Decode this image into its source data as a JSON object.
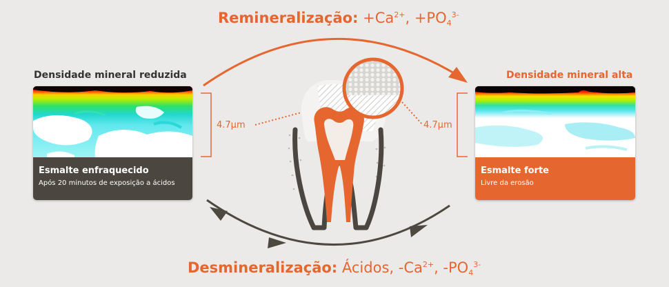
{
  "colors": {
    "accent": "#e5662f",
    "dark": "#4b4740",
    "arrow": "#4d4840",
    "background": "#ebeae8"
  },
  "top_title": {
    "bold": "Remineralização:",
    "rest": " +Ca",
    "sup1": "2+",
    "mid": ", +PO",
    "sub": "4",
    "sup2": "3-"
  },
  "bottom_title": {
    "bold": "Desmineralização:",
    "rest": " Ácidos, -Ca",
    "sup1": "2+",
    "mid": ", -PO",
    "sub": "4",
    "sup2": "3-"
  },
  "left_panel": {
    "title": "Densidade mineral reduzida",
    "card_heading": "Esmalte enfraquecido",
    "card_subtitle": "Após 20 minutos de exposição a ácidos",
    "measure": "4.7μm"
  },
  "right_panel": {
    "title": "Densidade mineral alta",
    "card_heading": "Esmalte forte",
    "card_subtitle": "Livre da erosão",
    "measure": "4.7μm"
  },
  "icons": {
    "tooth": "tooth-icon",
    "magnifier": "magnifier-icon"
  }
}
